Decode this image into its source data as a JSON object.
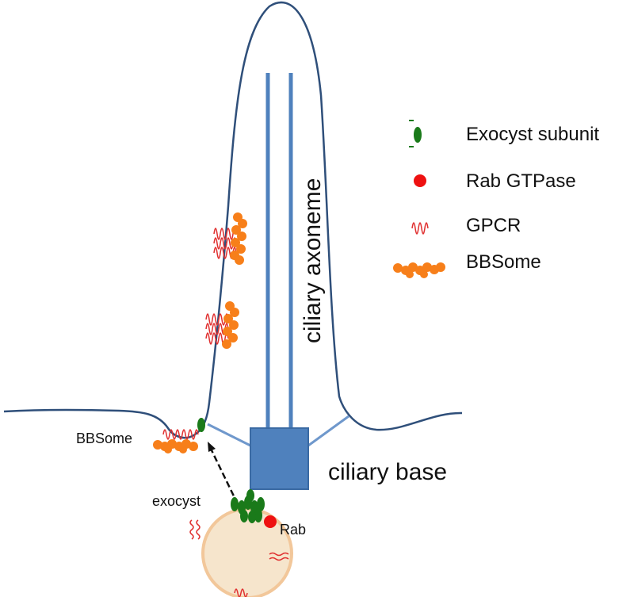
{
  "labels": {
    "axoneme": "ciliary axoneme",
    "base": "ciliary base",
    "bbsome_side": "BBSome",
    "exocyst": "exocyst",
    "rab": "Rab"
  },
  "legend": [
    {
      "key": "exocyst",
      "label": "Exocyst subunit",
      "icon": "green-oval-icon",
      "color": "#1a7a1a"
    },
    {
      "key": "rab",
      "label": "Rab GTPase",
      "icon": "red-dot-icon",
      "color": "#ee1111"
    },
    {
      "key": "gpcr",
      "label": "GPCR",
      "icon": "squiggle-icon",
      "color": "#e03030"
    },
    {
      "key": "bbsome",
      "label": "BBSome",
      "icon": "orange-beads-icon",
      "color": "#f77f1a"
    }
  ],
  "colors": {
    "membrane": "#2f4f7a",
    "axoneme": "#4f81bd",
    "base": "#4f81bd",
    "vesicle": "#f6e5cc",
    "vesicle_edge": "#f2c79a"
  }
}
